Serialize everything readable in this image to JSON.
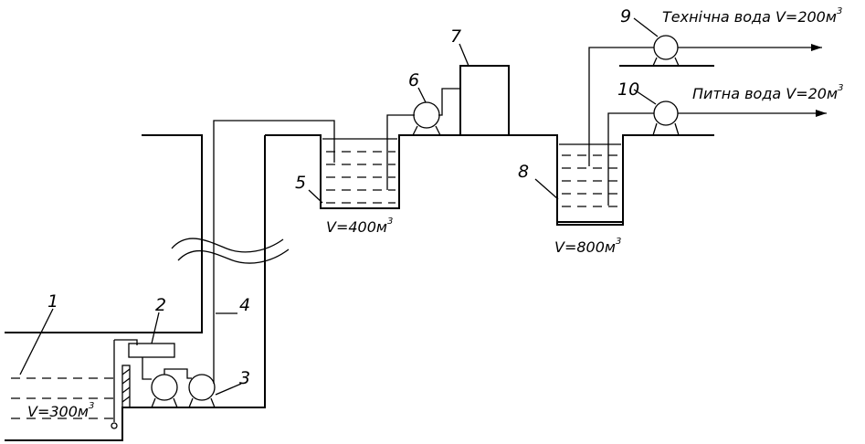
{
  "labels": {
    "n1": "1",
    "n2": "2",
    "n3": "3",
    "n4": "4",
    "n5": "5",
    "n6": "6",
    "n7": "7",
    "n8": "8",
    "n9": "9",
    "n10": "10"
  },
  "volumes": {
    "reservoir_1": "V=300м",
    "tank_5": "V=400м",
    "tank_8": "V=800м",
    "exponent": "3"
  },
  "outputs": {
    "technical": "Технічна вода V=200м",
    "drinking": "Питна вода V=20м",
    "exponent": "3"
  }
}
